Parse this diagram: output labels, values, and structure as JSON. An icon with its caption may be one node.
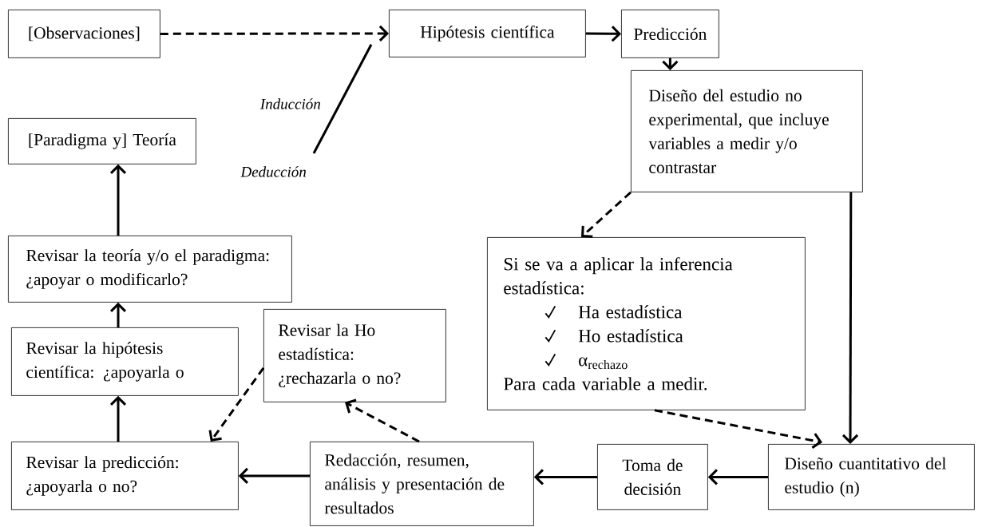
{
  "diagram": {
    "nodes": [
      {
        "text": [
          "[Observaciones]"
        ]
      },
      {
        "text": [
          "Hipótesis científica"
        ]
      },
      {
        "text": [
          "Predicción"
        ]
      },
      {
        "text": [
          "Diseño del estudio no experimental, que incluye variables a medir y/o contrastar"
        ]
      },
      {
        "text": [
          "[Paradigma y] Teoría"
        ]
      },
      {
        "text": [
          "Revisar la teoría y/o el paradigma: ¿apoyar o modificarlo?"
        ]
      },
      {
        "text": [
          "Si se va a aplicar la inferencia estadística:",
          "Ha estadística",
          "Ho estadística",
          "α$_{rechazo}$",
          "Para cada variable a medir."
        ]
      },
      {
        "text": [
          "Revisar la Ho estadística: ¿rechazarla o no?"
        ]
      },
      {
        "text": [
          "Revisar la hipótesis científica: ¿apoyarla o"
        ]
      },
      {
        "text": [
          "Revisar la predicción: ¿apoyarla o no?"
        ]
      },
      {
        "text": [
          "Redacción, resumen, análisis y presentación de resultados"
        ]
      },
      {
        "text": [
          "Toma de decisión"
        ]
      },
      {
        "text": [
          "Diseño cuantitativo del estudio (n)"
        ]
      }
    ],
    "edges": [
      {
        "from": 0,
        "to": 1,
        "arrow": "to",
        "style": "dashed"
      },
      {
        "from": 1,
        "to": 2,
        "arrow": "to"
      },
      {
        "from": 2,
        "to": 3,
        "arrow": "to"
      },
      {
        "from": 3,
        "to": 6,
        "arrow": "to",
        "style": "dashed"
      },
      {
        "from": 3,
        "to": 12,
        "arrow": "to"
      },
      {
        "from": 6,
        "to": 12,
        "arrow": "to",
        "style": "dashed"
      },
      {
        "from": 12,
        "to": 11,
        "arrow": "to"
      },
      {
        "from": 11,
        "to": 10,
        "arrow": "to"
      },
      {
        "from": 10,
        "to": 7,
        "arrow": "to",
        "style": "dashed"
      },
      {
        "from": 10,
        "to": 9,
        "arrow": "to"
      },
      {
        "from": 7,
        "to": 9,
        "arrow": "to",
        "style": "dashed"
      },
      {
        "from": 9,
        "to": 8,
        "arrow": "to"
      },
      {
        "from": 8,
        "to": 5,
        "arrow": "to"
      },
      {
        "from": 5,
        "to": 4,
        "arrow": "to"
      },
      {
        "from": null,
        "to": 1,
        "arrow": "none"
      }
    ],
    "labels": [
      "Inducción",
      "Deducción"
    ]
  }
}
